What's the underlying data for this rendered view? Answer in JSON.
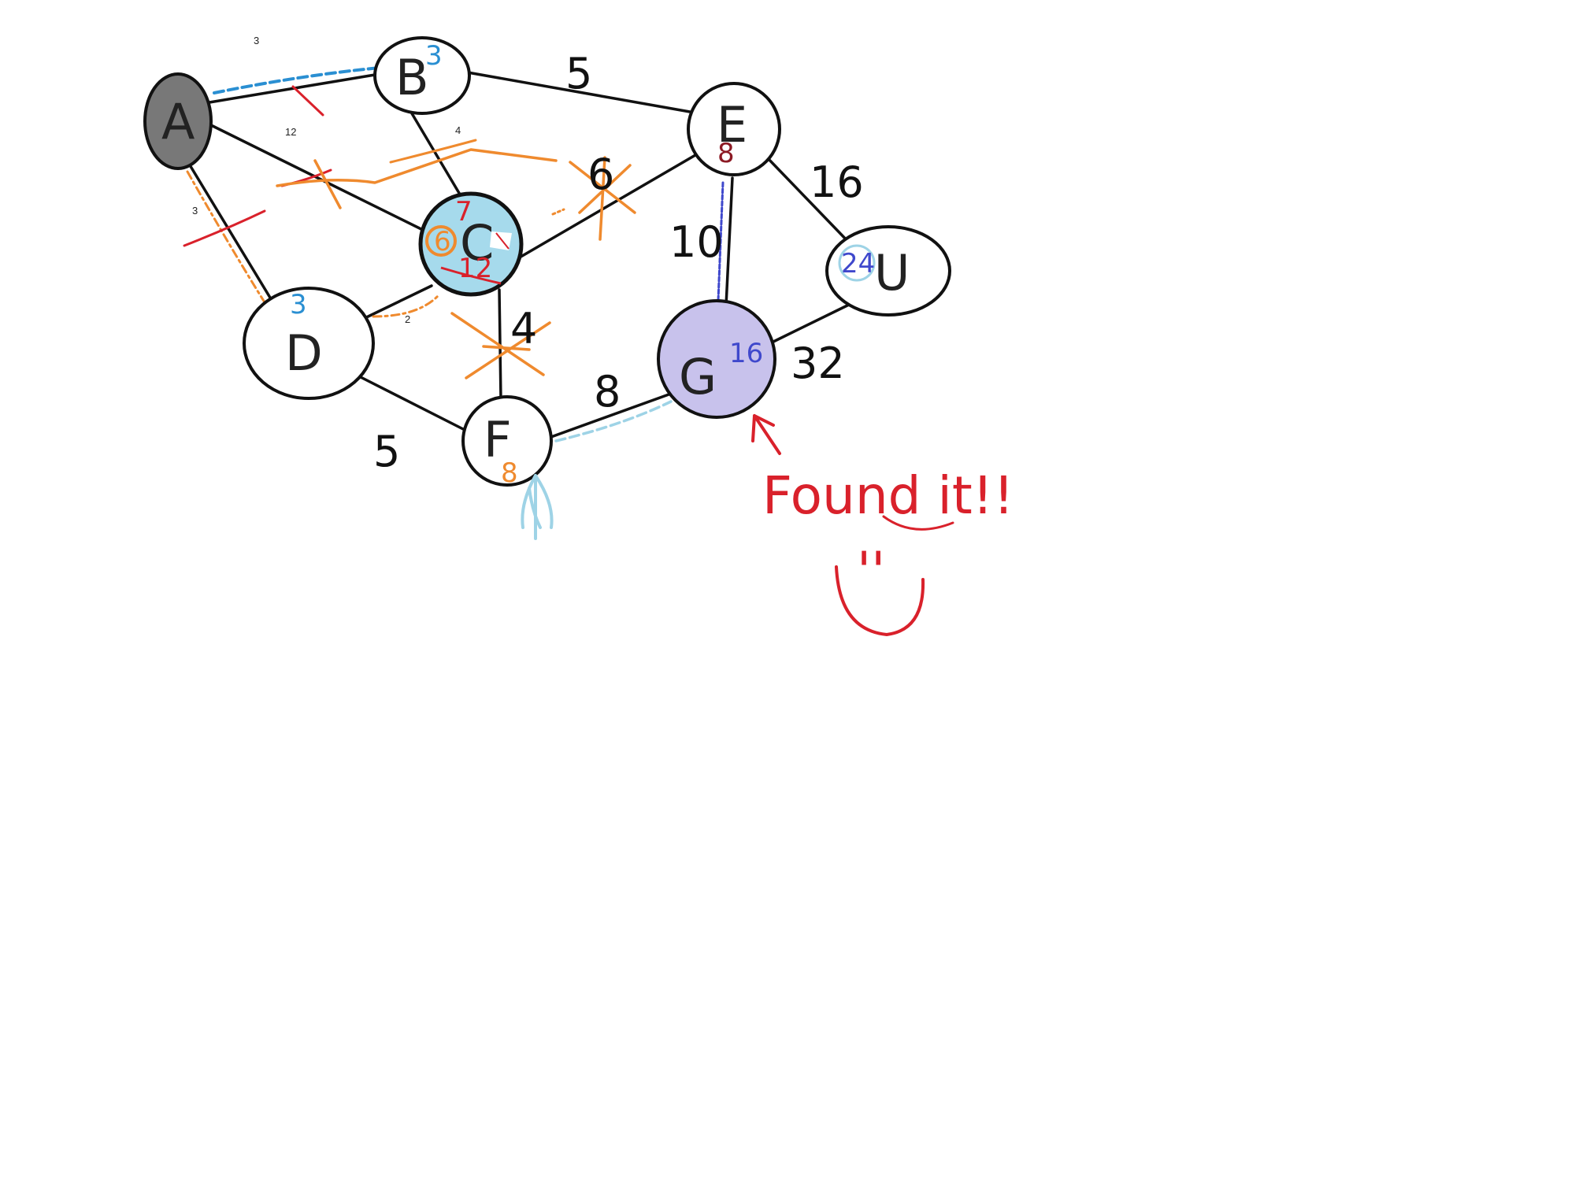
{
  "colors": {
    "edge": "#111111",
    "visited_node": "#787878",
    "current_node": "#a6daec",
    "goal_node": "#c8c2ec",
    "red_pen": "#d9212b",
    "orange_pen": "#ef8a2e",
    "blue_pen": "#2a8fd2",
    "light_blue_pen": "#9ed3e6",
    "dark_blue_pen": "#3f48cc",
    "dark_red_pen": "#8c1a24"
  },
  "nodes": [
    {
      "id": "A",
      "label": "A",
      "distance": ""
    },
    {
      "id": "B",
      "label": "B",
      "distance": "3"
    },
    {
      "id": "C",
      "label": "C",
      "distance": "6",
      "crossed": "12",
      "old": "7"
    },
    {
      "id": "D",
      "label": "D",
      "distance": "3"
    },
    {
      "id": "E",
      "label": "E",
      "distance": "8"
    },
    {
      "id": "F",
      "label": "F",
      "distance": "8"
    },
    {
      "id": "G",
      "label": "G",
      "distance": "16"
    },
    {
      "id": "U",
      "label": "U",
      "distance": "24"
    }
  ],
  "edges": [
    {
      "from": "A",
      "to": "B",
      "weight": "3"
    },
    {
      "from": "A",
      "to": "C",
      "weight": "12"
    },
    {
      "from": "A",
      "to": "D",
      "weight": "3"
    },
    {
      "from": "B",
      "to": "C",
      "weight": "4"
    },
    {
      "from": "B",
      "to": "E",
      "weight": "5"
    },
    {
      "from": "D",
      "to": "C",
      "weight": "2"
    },
    {
      "from": "C",
      "to": "E",
      "weight": "6"
    },
    {
      "from": "C",
      "to": "F",
      "weight": "4"
    },
    {
      "from": "D",
      "to": "F",
      "weight": "5"
    },
    {
      "from": "F",
      "to": "G",
      "weight": "8"
    },
    {
      "from": "E",
      "to": "G",
      "weight": "10"
    },
    {
      "from": "E",
      "to": "U",
      "weight": "16"
    },
    {
      "from": "G",
      "to": "U",
      "weight": "32"
    }
  ],
  "annotations": {
    "found": "Found it!!",
    "smiley_eyes": "''"
  }
}
